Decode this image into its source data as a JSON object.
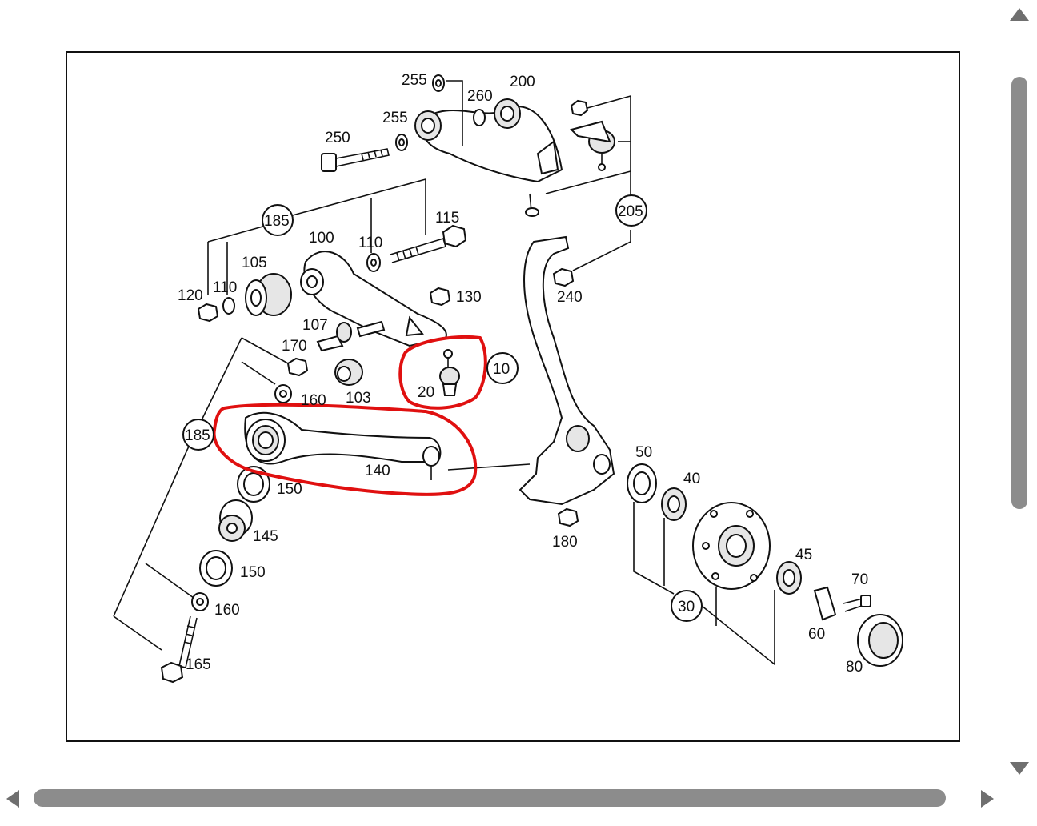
{
  "diagram": {
    "labels": {
      "p255a": "255",
      "p260": "260",
      "p200": "200",
      "p255b": "255",
      "p250": "250",
      "p205": "205",
      "p185a": "185",
      "p115": "115",
      "p100": "100",
      "p110a": "110",
      "p105": "105",
      "p120": "120",
      "p110b": "110",
      "p130": "130",
      "p240": "240",
      "p107": "107",
      "p170": "170",
      "p10": "10",
      "p20": "20",
      "p160a": "160",
      "p103": "103",
      "p185b": "185",
      "p140": "140",
      "p150a": "150",
      "p145": "145",
      "p150b": "150",
      "p160b": "160",
      "p165": "165",
      "p180": "180",
      "p50": "50",
      "p40": "40",
      "p45": "45",
      "p70": "70",
      "p60": "60",
      "p30": "30",
      "p80": "80"
    },
    "highlight_color": "#e01010"
  }
}
